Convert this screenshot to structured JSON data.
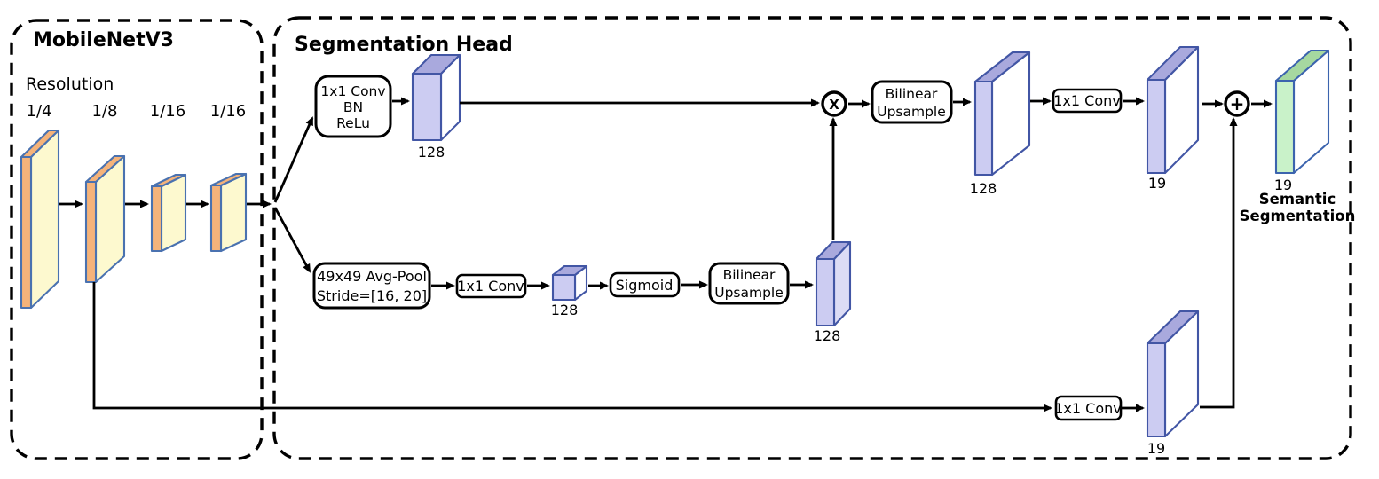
{
  "colors": {
    "header": "#6f66f2",
    "output_label": "#ee2227",
    "slab_front": "#ccccf2",
    "slab_top": "#a9a9dd",
    "slab_side": "#ffffff",
    "slab_side_tint": "#dcdcf5",
    "slab_stroke": "#4256a5",
    "feature_front": "#f5b37a",
    "feature_face": "#fdf9cf",
    "feature_stroke": "#4a72b0",
    "green_front": "#c9f2c9",
    "green_top": "#a6d8a0",
    "green_stroke": "#3c64ae"
  },
  "backbone": {
    "title": "MobileNetV3",
    "resolution_label": "Resolution",
    "resolutions": [
      "1/4",
      "1/8",
      "1/16",
      "1/16"
    ]
  },
  "head": {
    "title": "Segmentation Head",
    "conv_bn_relu": {
      "line1": "1x1 Conv",
      "line2": "BN",
      "line3": "ReLu"
    },
    "avg_pool": {
      "line1": "49x49 Avg-Pool",
      "line2": "Stride=[16, 20]"
    },
    "conv_mid": "1x1 Conv",
    "sigmoid": "Sigmoid",
    "bilinear_low": {
      "line1": "Bilinear",
      "line2": "Upsample"
    },
    "bilinear_top": {
      "line1": "Bilinear",
      "line2": "Upsample"
    },
    "conv_top": "1x1 Conv",
    "conv_skip": "1x1 Conv",
    "multiply": "X",
    "add": "+",
    "tensors": {
      "branch128": "128",
      "pool128": "128",
      "low128": "128",
      "up128": "128",
      "top19": "19",
      "skip19": "19",
      "out19": "19"
    },
    "output": {
      "line1": "Semantic",
      "line2": "Segmentation"
    }
  }
}
